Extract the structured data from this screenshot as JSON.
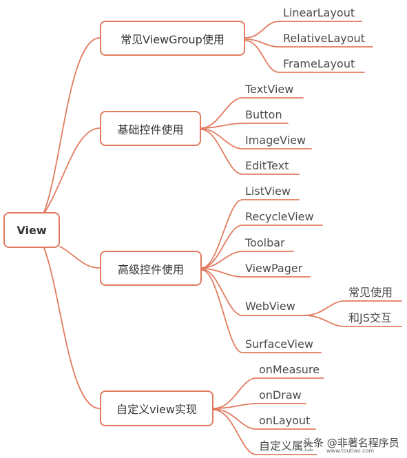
{
  "colors": {
    "line": "#e07b5f",
    "text": "#333333"
  },
  "root": {
    "label": "View"
  },
  "branches": [
    {
      "label": "常见ViewGroup使用",
      "children": [
        "LinearLayout",
        "RelativeLayout",
        "FrameLayout"
      ]
    },
    {
      "label": "基础控件使用",
      "children": [
        "TextView",
        "Button",
        "ImageView",
        "EditText"
      ]
    },
    {
      "label": "高级控件使用",
      "children": [
        "ListView",
        "RecycleView",
        "Toolbar",
        "ViewPager",
        "WebView",
        "SurfaceView"
      ]
    },
    {
      "label": "自定义view实现",
      "children": [
        "onMeasure",
        "onDraw",
        "onLayout",
        "自定义属性"
      ]
    }
  ],
  "webview_children": [
    "常见使用",
    "和JS交互"
  ],
  "watermark": {
    "line1": "头条 @非著名程序员",
    "line2": "www.toutiao.com"
  }
}
